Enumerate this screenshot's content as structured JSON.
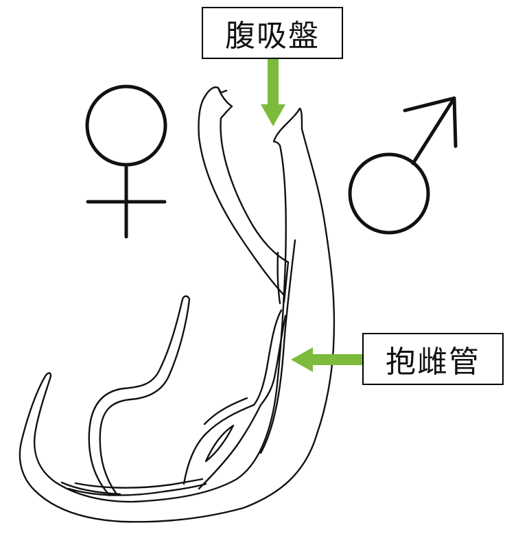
{
  "labels": {
    "ventral_sucker": "腹吸盤",
    "gynecophoral_canal": "抱雌管"
  },
  "symbols": {
    "female": "female-symbol",
    "male": "male-symbol"
  },
  "colors": {
    "arrow": "#7cbb3b",
    "line": "#111111",
    "background": "#ffffff"
  }
}
